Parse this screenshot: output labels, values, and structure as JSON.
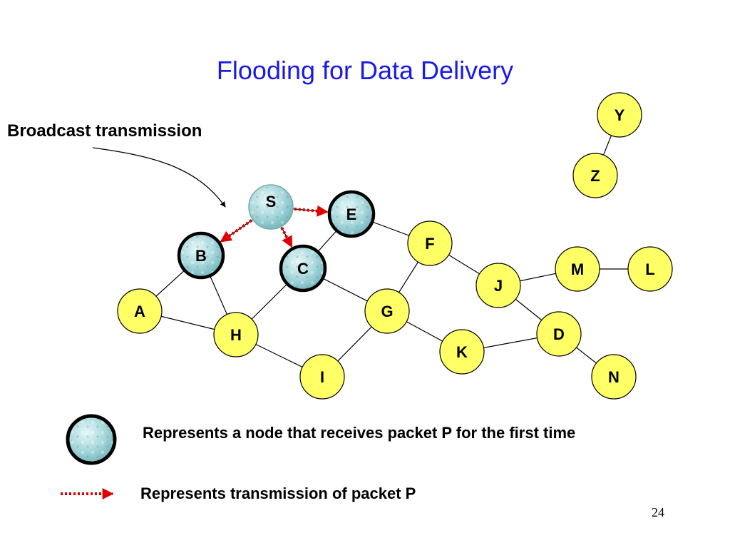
{
  "title": "Flooding for Data Delivery",
  "callout": "Broadcast transmission",
  "nodes": [
    {
      "id": "S",
      "state": "received"
    },
    {
      "id": "E",
      "state": "received"
    },
    {
      "id": "B",
      "state": "received"
    },
    {
      "id": "C",
      "state": "received"
    },
    {
      "id": "A",
      "state": "idle"
    },
    {
      "id": "H",
      "state": "idle"
    },
    {
      "id": "I",
      "state": "idle"
    },
    {
      "id": "G",
      "state": "idle"
    },
    {
      "id": "F",
      "state": "idle"
    },
    {
      "id": "K",
      "state": "idle"
    },
    {
      "id": "J",
      "state": "idle"
    },
    {
      "id": "M",
      "state": "idle"
    },
    {
      "id": "L",
      "state": "idle"
    },
    {
      "id": "D",
      "state": "idle"
    },
    {
      "id": "N",
      "state": "idle"
    },
    {
      "id": "Y",
      "state": "idle"
    },
    {
      "id": "Z",
      "state": "idle"
    }
  ],
  "links": [
    [
      "S",
      "E"
    ],
    [
      "S",
      "B"
    ],
    [
      "S",
      "C"
    ],
    [
      "E",
      "F"
    ],
    [
      "E",
      "C"
    ],
    [
      "B",
      "A"
    ],
    [
      "B",
      "H"
    ],
    [
      "A",
      "H"
    ],
    [
      "C",
      "H"
    ],
    [
      "C",
      "G"
    ],
    [
      "H",
      "I"
    ],
    [
      "I",
      "G"
    ],
    [
      "G",
      "F"
    ],
    [
      "G",
      "K"
    ],
    [
      "F",
      "J"
    ],
    [
      "J",
      "M"
    ],
    [
      "M",
      "L"
    ],
    [
      "J",
      "D"
    ],
    [
      "K",
      "D"
    ],
    [
      "D",
      "N"
    ],
    [
      "Y",
      "Z"
    ]
  ],
  "transmissions": [
    {
      "from": "S",
      "to": "E"
    },
    {
      "from": "S",
      "to": "B"
    },
    {
      "from": "S",
      "to": "C"
    }
  ],
  "legend": {
    "node_text": "Represents a node that receives packet P for the first time",
    "arrow_text": "Represents transmission of packet P"
  },
  "slide_number": "24",
  "colors": {
    "idle_fill": "#ffff66",
    "received_fill": "#a8d8dc",
    "transmission": "#e00000",
    "title": "#1a1ae6"
  }
}
